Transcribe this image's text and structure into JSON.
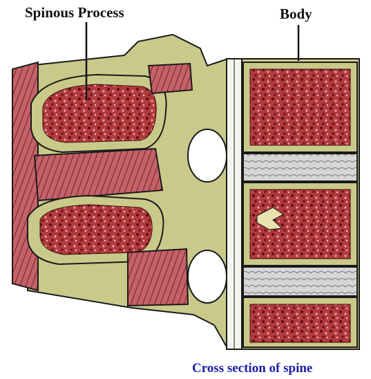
{
  "labels": {
    "spinous_process": "Spinous Process",
    "body": "Body"
  },
  "caption": "Cross section of spine",
  "colors": {
    "bone": "#c9c98a",
    "marrow": "#8e1d22",
    "ligament": "#c0555c",
    "disc": "#c8c8c8",
    "caption": "#1c1ca8",
    "outline": "#1a1a1a"
  }
}
